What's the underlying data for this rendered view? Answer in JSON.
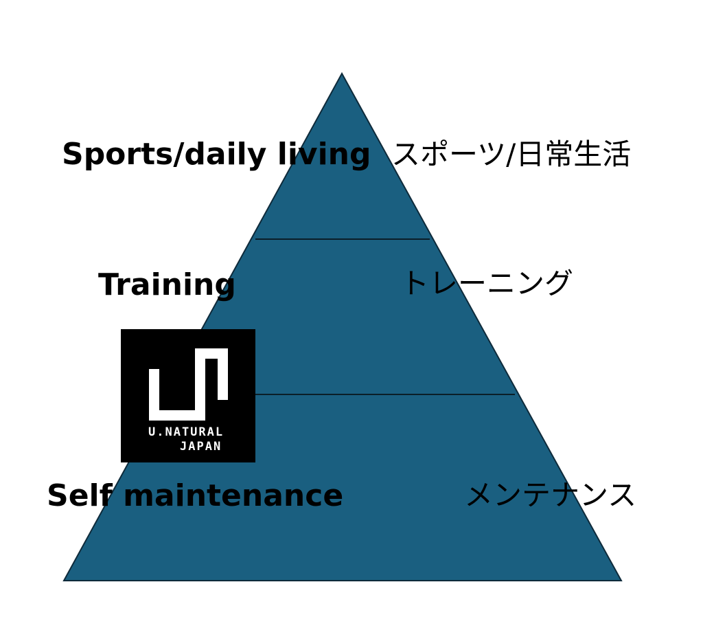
{
  "colors": {
    "pyramid_fill": "#1a5f80",
    "pyramid_stroke": "#0e2a3a",
    "logo_bg": "#000000"
  },
  "levels": [
    {
      "en": "Sports/daily living",
      "jp": "スポーツ/日常生活"
    },
    {
      "en": "Training",
      "jp": "トレーニング"
    },
    {
      "en": "Self maintenance",
      "jp": "メンテナンス"
    }
  ],
  "logo": {
    "line1": "U.NATURAL",
    "line2": "JAPAN"
  }
}
